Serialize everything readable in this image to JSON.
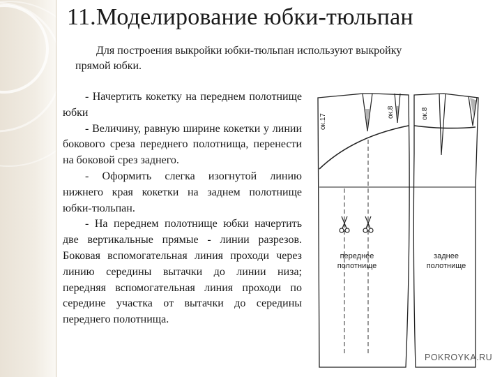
{
  "slide": {
    "title": "11.Моделирование юбки-тюльпан",
    "intro": {
      "line1": "Для построения выкройки юбки-тюльпан используют выкройку",
      "line2": "прямой юбки."
    },
    "paragraphs": [
      "- Начертить кокетку на переднем полотнище юбки",
      "- Величину, равную ширине кокетки у линии бокового среза переднего полотнища, перенести на боковой срез заднего.",
      "- Оформить слегка изогнутой линию нижнего края кокетки на заднем полотнище юбки-тюльпан.",
      "- На переднем полотнище юбки начертить две вертикальные прямые - линии разрезов. Боковая вспомогательная линия проходи через линию середины вытачки до линии низа; передняя вспомогательная линия проходи по середине участка от вытачки до середины переднего полотнища."
    ]
  },
  "diagram": {
    "labels": {
      "front_waist_dart": "ок.17",
      "front_side_dart": "ок.8",
      "back_dart": "ок.8",
      "front_panel_line1": "переднее",
      "front_panel_line2": "полотнище",
      "back_panel_line1": "заднее",
      "back_panel_line2": "полотнище"
    }
  },
  "watermark": "POKROYKA.RU",
  "colors": {
    "text": "#1a1a1a",
    "decor": "#e9e2d6",
    "decor_line": "#d8cfbf",
    "drawing": "#222222"
  }
}
